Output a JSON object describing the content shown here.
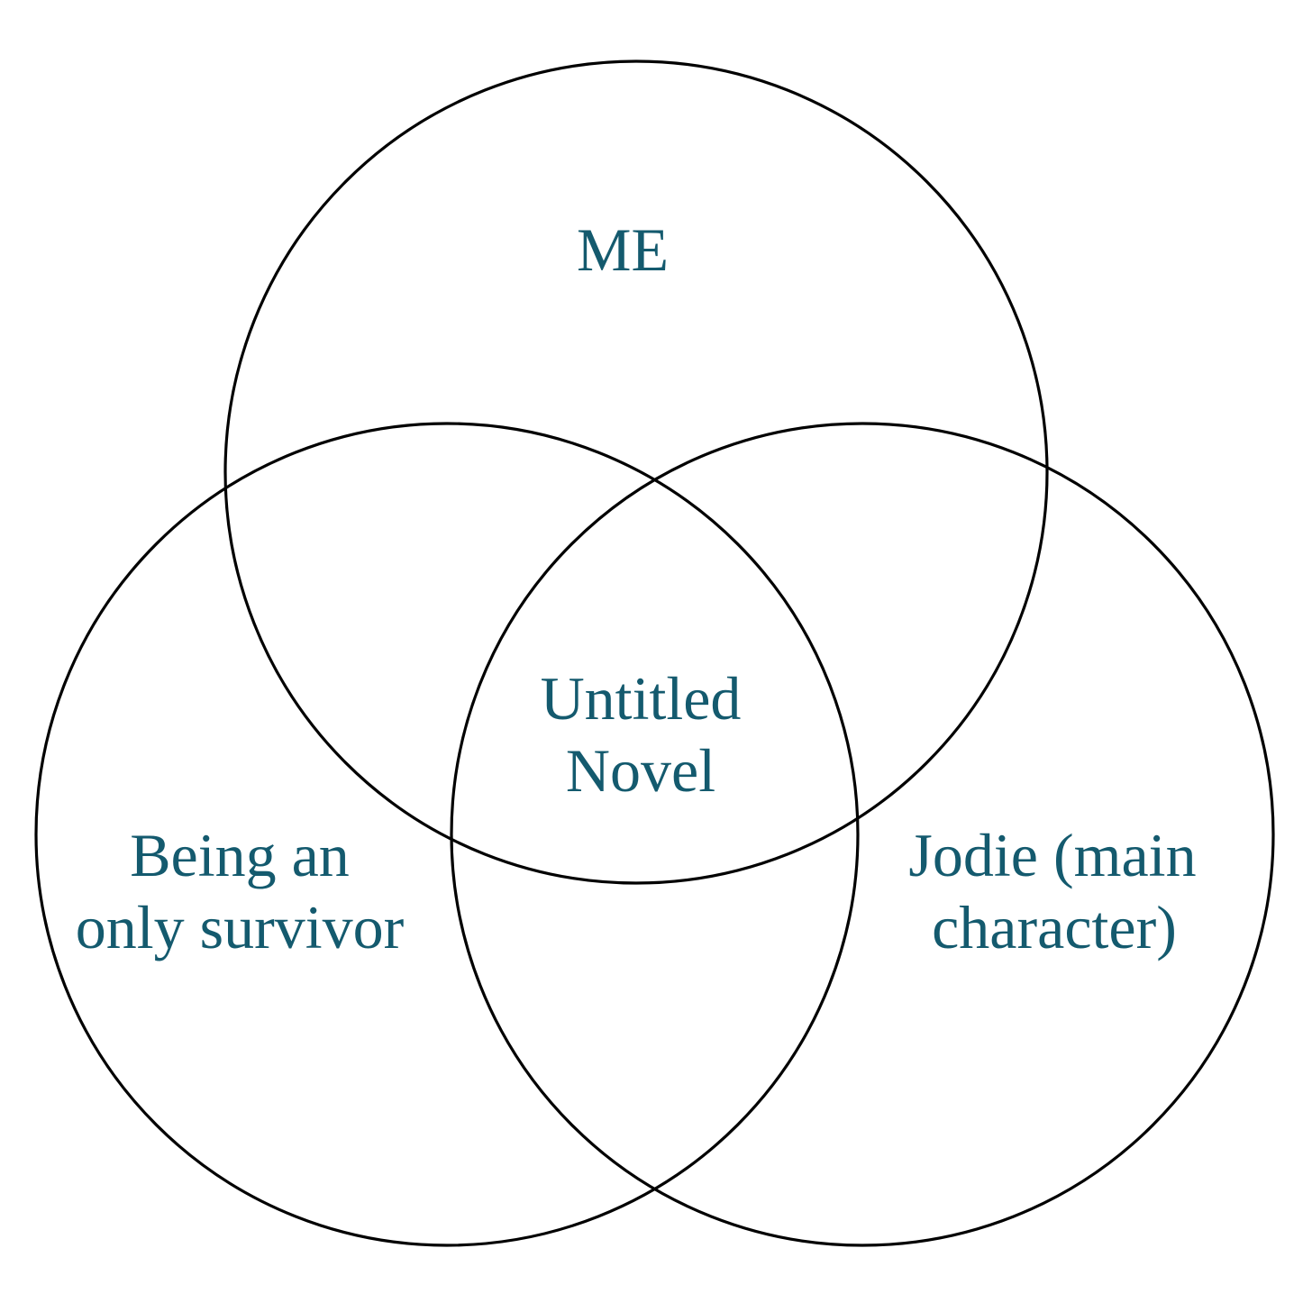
{
  "colors": {
    "label_text": "#145a6e",
    "circle_stroke": "#000000",
    "background": "#ffffff"
  },
  "sets": {
    "top": {
      "label": "ME"
    },
    "left": {
      "lines": [
        "Being an",
        "only survivor"
      ]
    },
    "right": {
      "lines": [
        "Jodie (main",
        "character)"
      ]
    }
  },
  "intersection": {
    "lines": [
      "Untitled",
      "Novel"
    ]
  }
}
